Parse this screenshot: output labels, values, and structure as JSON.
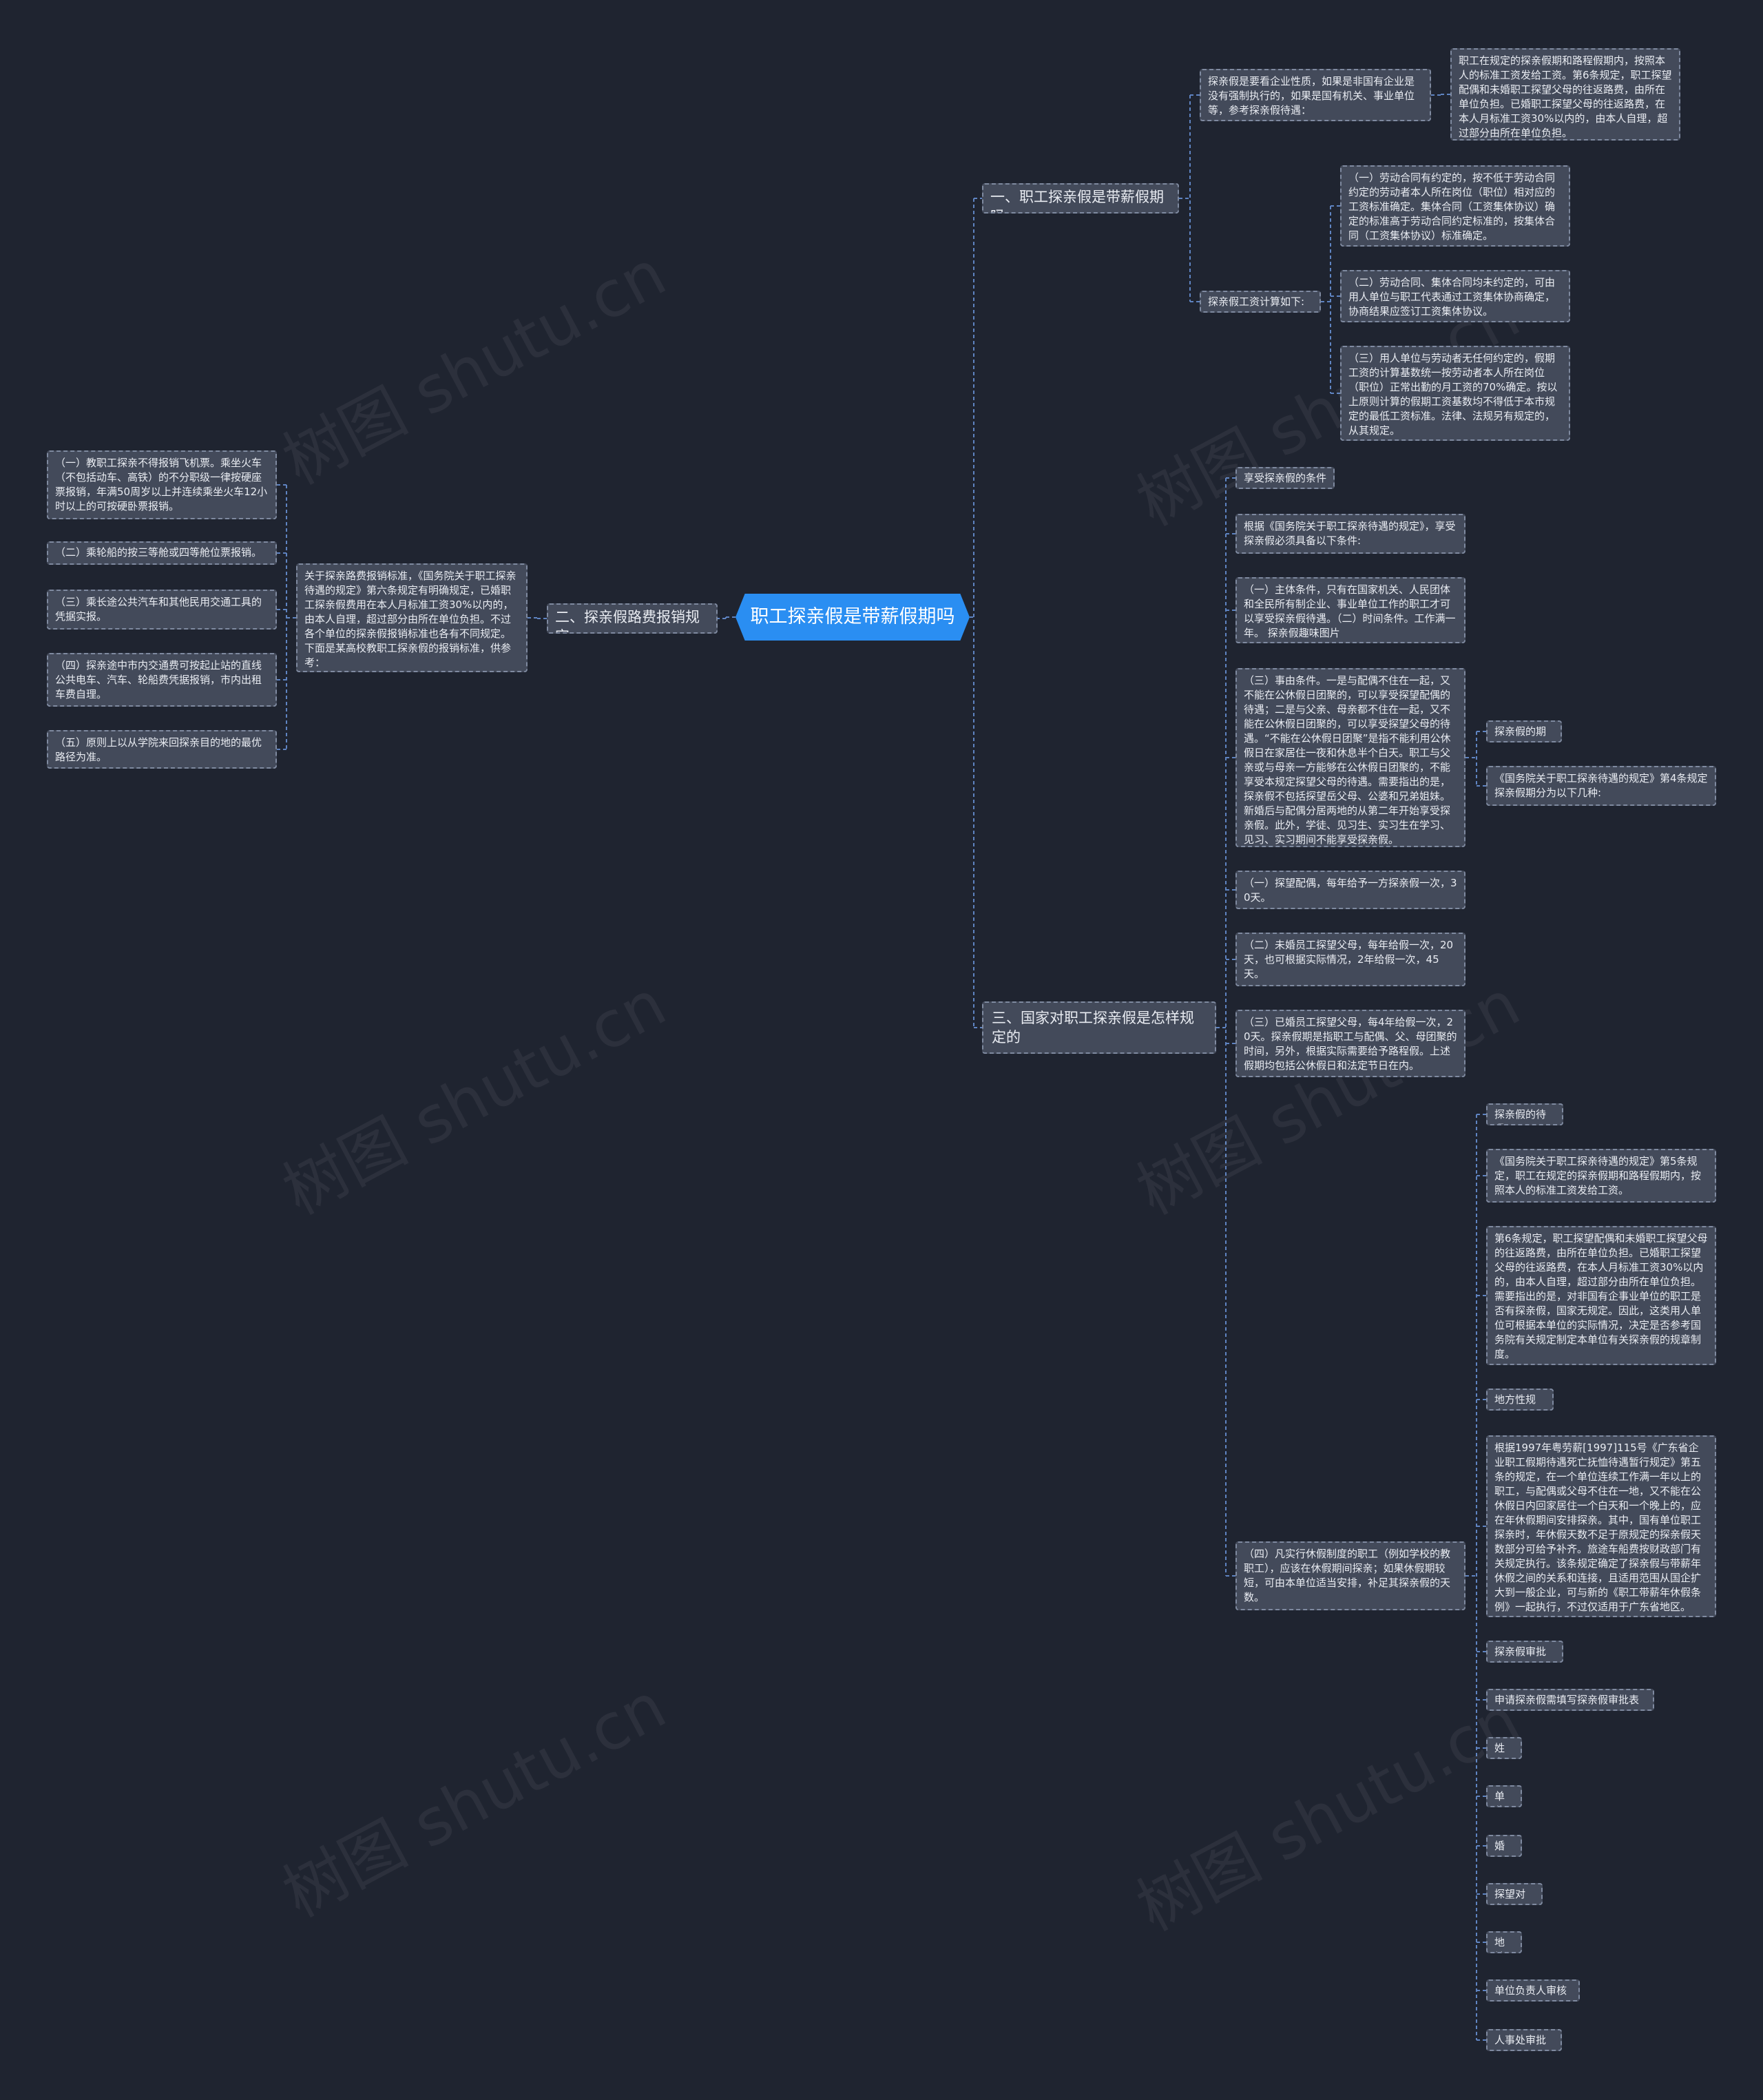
{
  "watermark": "树图 shutu.cn",
  "colors": {
    "background": "#1f2430",
    "root": "#2a8ef2",
    "node_fill": "#434a5a",
    "node_border": "#7f8aa0",
    "connector": "#5f84c2"
  },
  "nodes": {
    "root": "职工探亲假是带薪假期吗",
    "b1": "一、职工探亲假是带薪假期吗",
    "b1_c1": "探亲假是要看企业性质，如果是非国有企业是没有强制执行的，如果是国有机关、事业单位等，参考探亲假待遇：",
    "b1_c1_c1": "职工在规定的探亲假期和路程假期内，按照本人的标准工资发给工资。第6条规定，职工探望配偶和未婚职工探望父母的往返路费，由所在单位负担。已婚职工探望父母的往返路费，在本人月标准工资30%以内的，由本人自理，超过部分由所在单位负担。",
    "b1_c2": "探亲假工资计算如下:",
    "b1_c2_c1": "（一）劳动合同有约定的，按不低于劳动合同约定的劳动者本人所在岗位（职位）相对应的工资标准确定。集体合同（工资集体协议）确定的标准高于劳动合同约定标准的，按集体合同（工资集体协议）标准确定。",
    "b1_c2_c2": "（二）劳动合同、集体合同均未约定的，可由用人单位与职工代表通过工资集体协商确定，协商结果应签订工资集体协议。",
    "b1_c2_c3": "（三）用人单位与劳动者无任何约定的，假期工资的计算基数统一按劳动者本人所在岗位（职位）正常出勤的月工资的70%确定。按以上原则计算的假期工资基数均不得低于本市规定的最低工资标准。法律、法规另有规定的，从其规定。",
    "b2": "二、探亲假路费报销规定",
    "b2_c1": "关于探亲路费报销标准，《国务院关于职工探亲待遇的规定》第六条规定有明确规定，已婚职工探亲假费用在本人月标准工资30%以内的，由本人自理，超过部分由所在单位负担。不过各个单位的探亲假报销标准也各有不同规定。下面是某高校教职工探亲假的报销标准，供参考：",
    "b2_l1": "（一）教职工探亲不得报销飞机票。乘坐火车（不包括动车、高铁）的不分职级一律按硬座票报销，年满50周岁以上并连续乘坐火车12小时以上的可按硬卧票报销。",
    "b2_l2": "（二）乘轮船的按三等舱或四等舱位票报销。",
    "b2_l3": "（三）乘长途公共汽车和其他民用交通工具的凭据实报。",
    "b2_l4": "（四）探亲途中市内交通费可按起止站的直线公共电车、汽车、轮船费凭据报销，市内出租车费自理。",
    "b2_l5": "（五）原则上以从学院来回探亲目的地的最优路径为准。",
    "b3": "三、国家对职工探亲假是怎样规定的",
    "b3_c1": "享受探亲假的条件",
    "b3_c2": "根据《国务院关于职工探亲待遇的规定》，享受探亲假必须具备以下条件:",
    "b3_c3": "（一）主体条件，只有在国家机关、人民团体和全民所有制企业、事业单位工作的职工才可以享受探亲假待遇。（二）时间条件。工作满一年。 探亲假趣味图片",
    "b3_c4": "（三）事由条件。一是与配偶不住在一起，又不能在公休假日团聚的，可以享受探望配偶的待遇；二是与父亲、母亲都不住在一起，又不能在公休假日团聚的，可以享受探望父母的待遇。“不能在公休假日团聚”是指不能利用公休假日在家居住一夜和休息半个白天。职工与父亲或与母亲一方能够在公休假日团聚的，不能享受本规定探望父母的待遇。需要指出的是，探亲假不包括探望岳父母、公婆和兄弟姐妹。新婚后与配偶分居两地的从第二年开始享受探亲假。此外，学徒、见习生、实习生在学习、见习、实习期间不能享受探亲假。",
    "b3_c4_c1": "探亲假的期限",
    "b3_c4_c2": "《国务院关于职工探亲待遇的规定》第4条规定探亲假期分为以下几种:",
    "b3_c5": "（一）探望配偶，每年给予一方探亲假一次，30天。",
    "b3_c6": "（二）未婚员工探望父母，每年给假一次，20天，也可根据实际情况，2年给假一次，45天。",
    "b3_c7": "（三）已婚员工探望父母，每4年给假一次，20天。探亲假期是指职工与配偶、父、母团聚的时间，另外，根据实际需要给予路程假。上述假期均包括公休假日和法定节日在内。",
    "b3_c8": "（四）凡实行休假制度的职工（例如学校的教职工），应该在休假期间探亲；如果休假期较短，可由本单位适当安排，补足其探亲假的天数。",
    "b3_c8_c1": "探亲假的待遇",
    "b3_c8_c2": "《国务院关于职工探亲待遇的规定》第5条规定，职工在规定的探亲假期和路程假期内，按照本人的标准工资发给工资。",
    "b3_c8_c3": "第6条规定，职工探望配偶和未婚职工探望父母的往返路费，由所在单位负担。已婚职工探望父母的往返路费，在本人月标准工资30%以内的，由本人自理，超过部分由所在单位负担。需要指出的是，对非国有企事业单位的职工是否有探亲假，国家无规定。因此，这类用人单位可根据本单位的实际情况，决定是否参考国务院有关规定制定本单位有关探亲假的规章制度。",
    "b3_c8_c4": "地方性规定",
    "b3_c8_c5": "根据1997年粤劳薪[1997]115号《广东省企业职工假期待遇死亡抚恤待遇暂行规定》第五条的规定，在一个单位连续工作满一年以上的职工，与配偶或父母不住在一地，又不能在公休假日内回家居住一个白天和一个晚上的，应在年休假期间安排探亲。其中，国有单位职工探亲时，年休假天数不足于原规定的探亲假天数部分可给予补齐。旅途车船费按财政部门有关规定执行。该条规定确定了探亲假与带薪年休假之间的关系和连接，且适用范围从国企扩大到一般企业，可与新的《职工带薪年休假条例》一起执行，不过仅适用于广东省地区。",
    "b3_c8_c6": "探亲假审批表",
    "b3_c8_c7": "申请探亲假需填写探亲假审批表",
    "b3_c8_c8": "姓名",
    "b3_c8_c9": "单位",
    "b3_c8_c10": "婚否",
    "b3_c8_c11": "探望对象",
    "b3_c8_c12": "地址",
    "b3_c8_c13": "单位负责人审核",
    "b3_c8_c14": "人事处审批"
  }
}
